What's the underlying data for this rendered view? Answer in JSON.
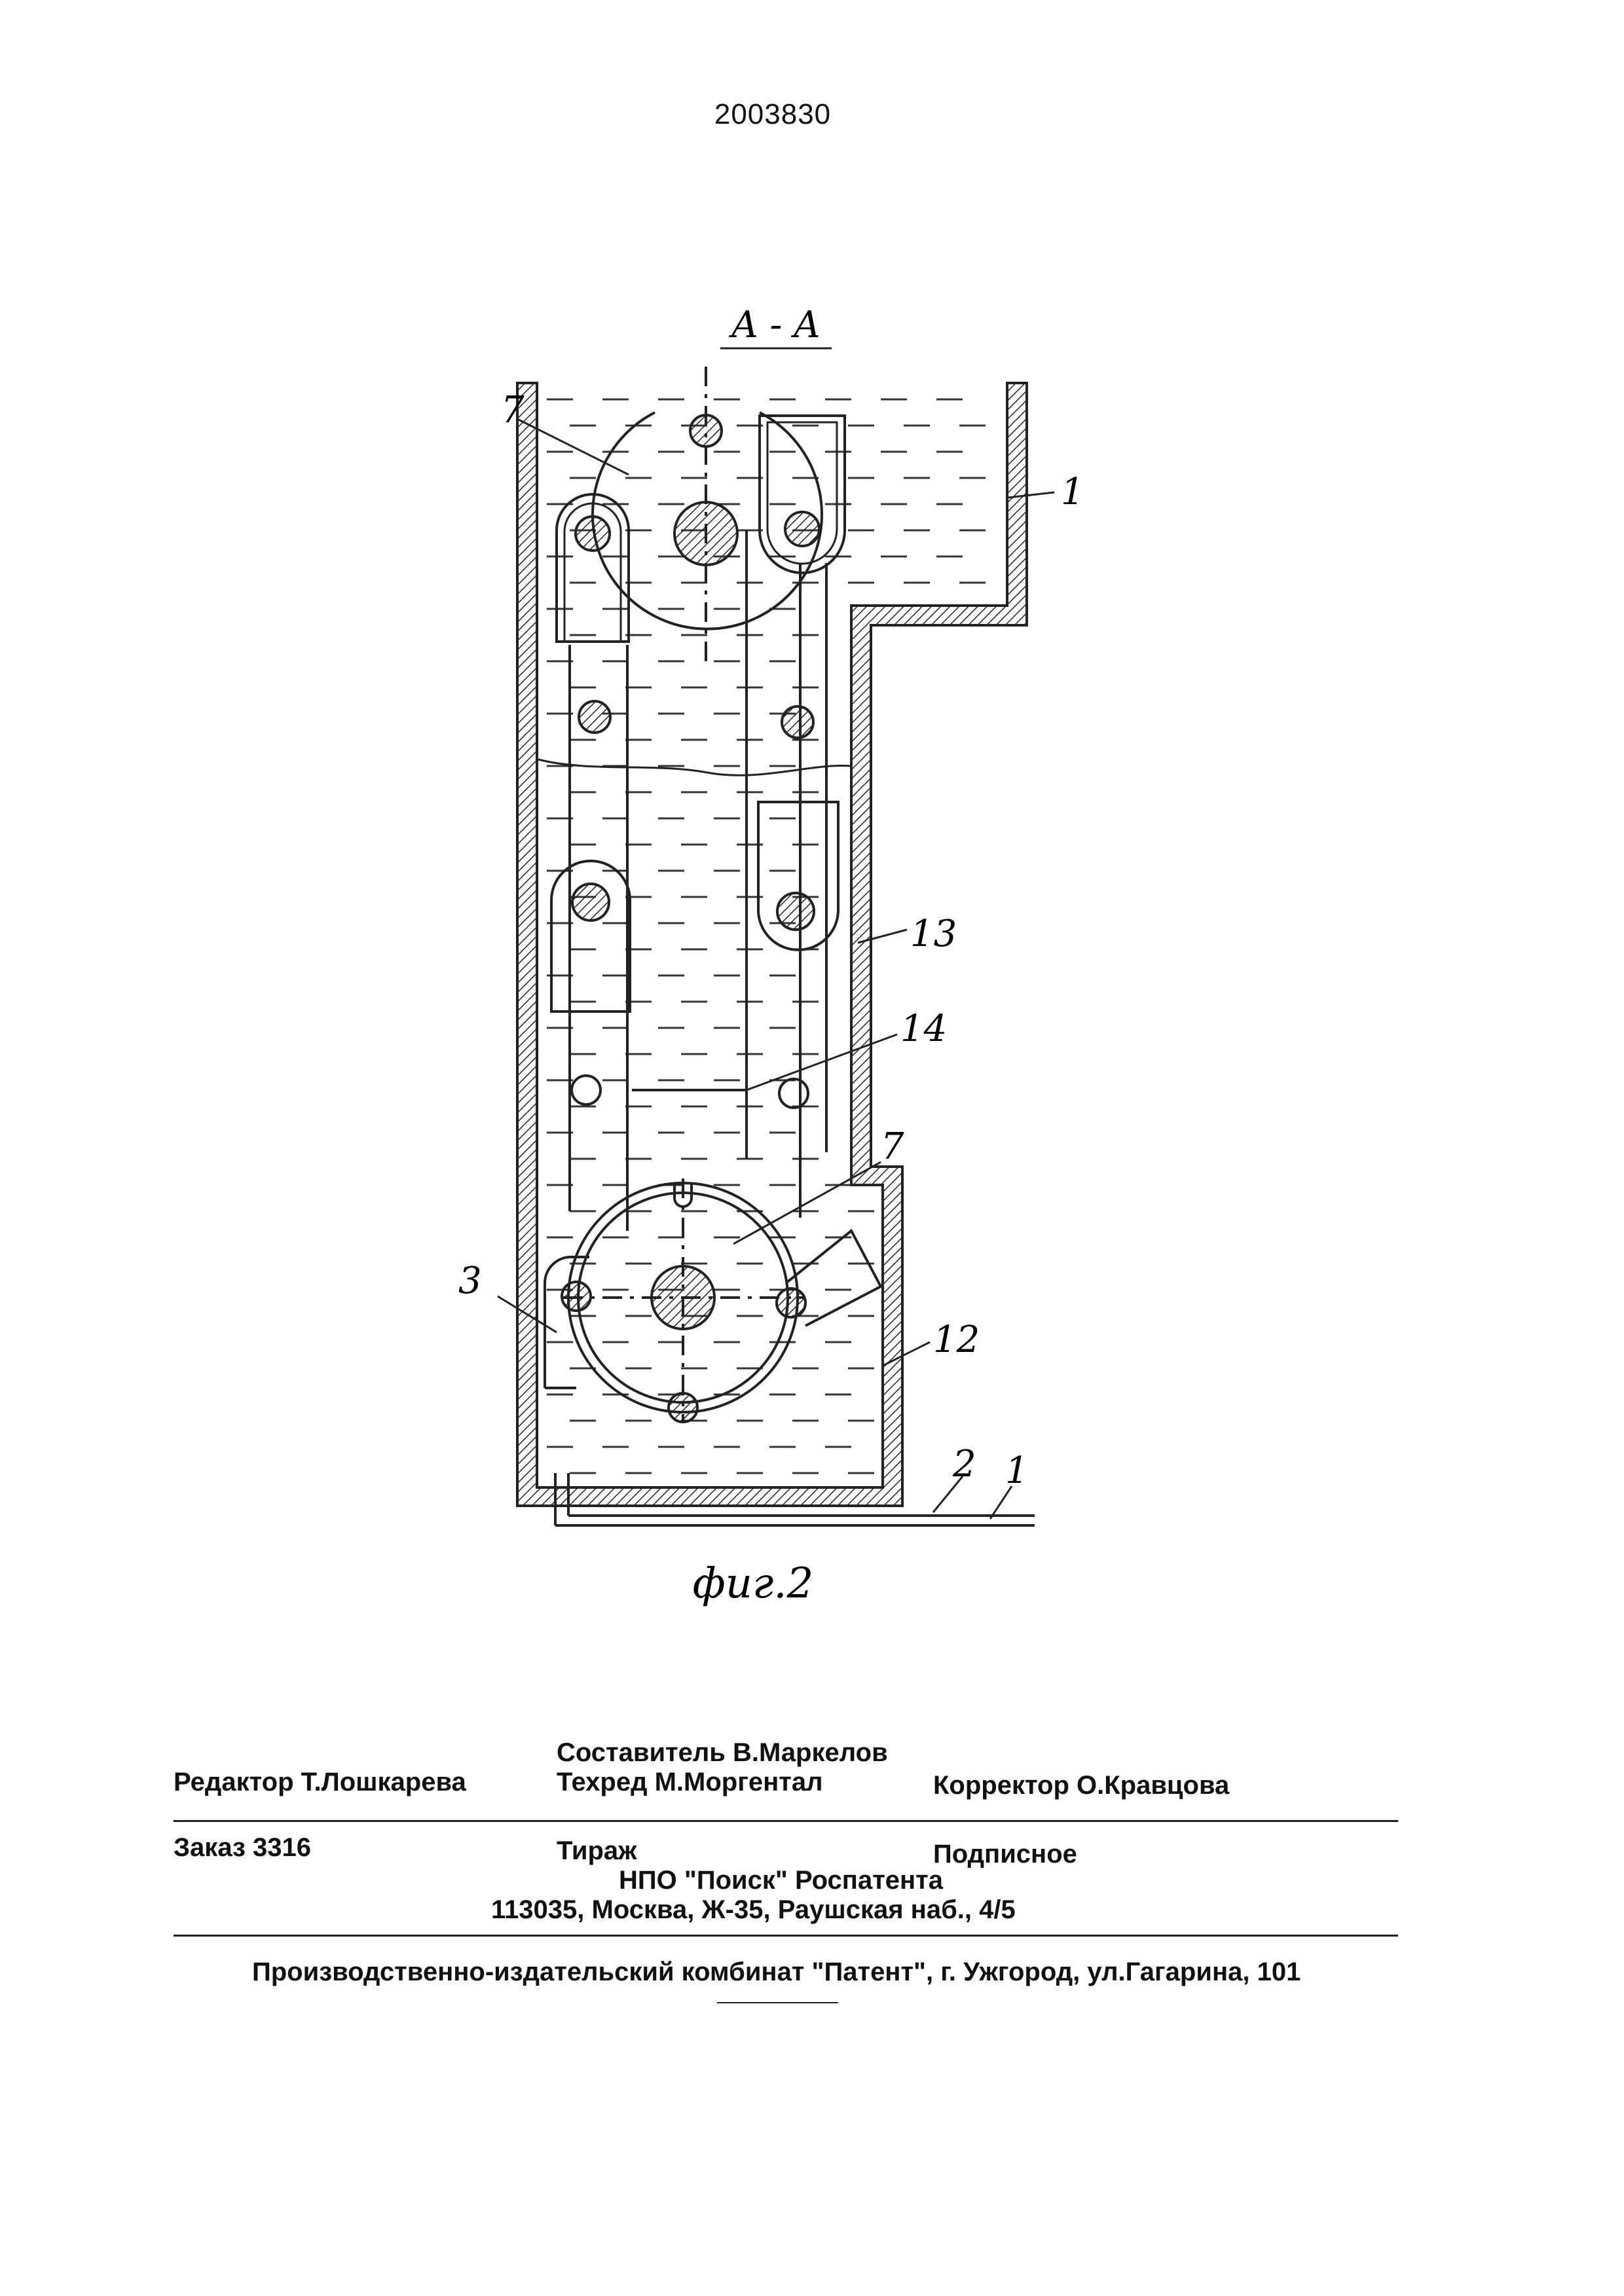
{
  "patent_number": "2003830",
  "figure": {
    "section_label": "A - A",
    "caption": "фиг.2",
    "callouts": [
      "7",
      "1",
      "13",
      "14",
      "7",
      "3",
      "12",
      "2",
      "1"
    ]
  },
  "imprint": {
    "compiler": "Составитель  В.Маркелов",
    "editor": "Редактор  Т.Лошкарева",
    "techred": "Техред М.Моргентал",
    "corrector": "Корректор  О.Кравцова",
    "order": "Заказ  3316",
    "circulation": "Тираж",
    "subscription": "Подписное",
    "org": "НПО \"Поиск\" Роспатента",
    "address": "113035, Москва, Ж-35, Раушская наб., 4/5",
    "publisher": "Производственно-издательский комбинат \"Патент\", г. Ужгород, ул.Гагарина, 101"
  }
}
